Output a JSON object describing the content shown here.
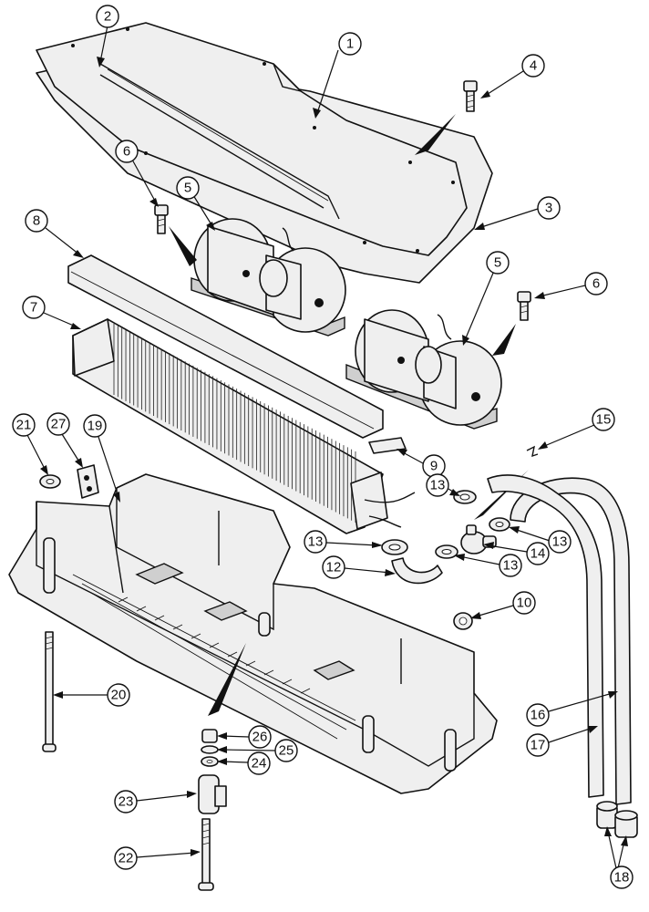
{
  "callouts": [
    {
      "id": "1",
      "label": "1"
    },
    {
      "id": "2",
      "label": "2"
    },
    {
      "id": "3",
      "label": "3"
    },
    {
      "id": "4",
      "label": "4"
    },
    {
      "id": "5a",
      "label": "5"
    },
    {
      "id": "5b",
      "label": "5"
    },
    {
      "id": "6a",
      "label": "6"
    },
    {
      "id": "6b",
      "label": "6"
    },
    {
      "id": "7",
      "label": "7"
    },
    {
      "id": "8",
      "label": "8"
    },
    {
      "id": "9",
      "label": "9"
    },
    {
      "id": "10",
      "label": "10"
    },
    {
      "id": "12",
      "label": "12"
    },
    {
      "id": "13a",
      "label": "13"
    },
    {
      "id": "13b",
      "label": "13"
    },
    {
      "id": "13c",
      "label": "13"
    },
    {
      "id": "13d",
      "label": "13"
    },
    {
      "id": "14",
      "label": "14"
    },
    {
      "id": "15",
      "label": "15"
    },
    {
      "id": "16",
      "label": "16"
    },
    {
      "id": "17",
      "label": "17"
    },
    {
      "id": "18",
      "label": "18"
    },
    {
      "id": "19",
      "label": "19"
    },
    {
      "id": "20",
      "label": "20"
    },
    {
      "id": "21",
      "label": "21"
    },
    {
      "id": "22",
      "label": "22"
    },
    {
      "id": "23",
      "label": "23"
    },
    {
      "id": "24",
      "label": "24"
    },
    {
      "id": "25",
      "label": "25"
    },
    {
      "id": "26",
      "label": "26"
    },
    {
      "id": "27",
      "label": "27"
    }
  ]
}
